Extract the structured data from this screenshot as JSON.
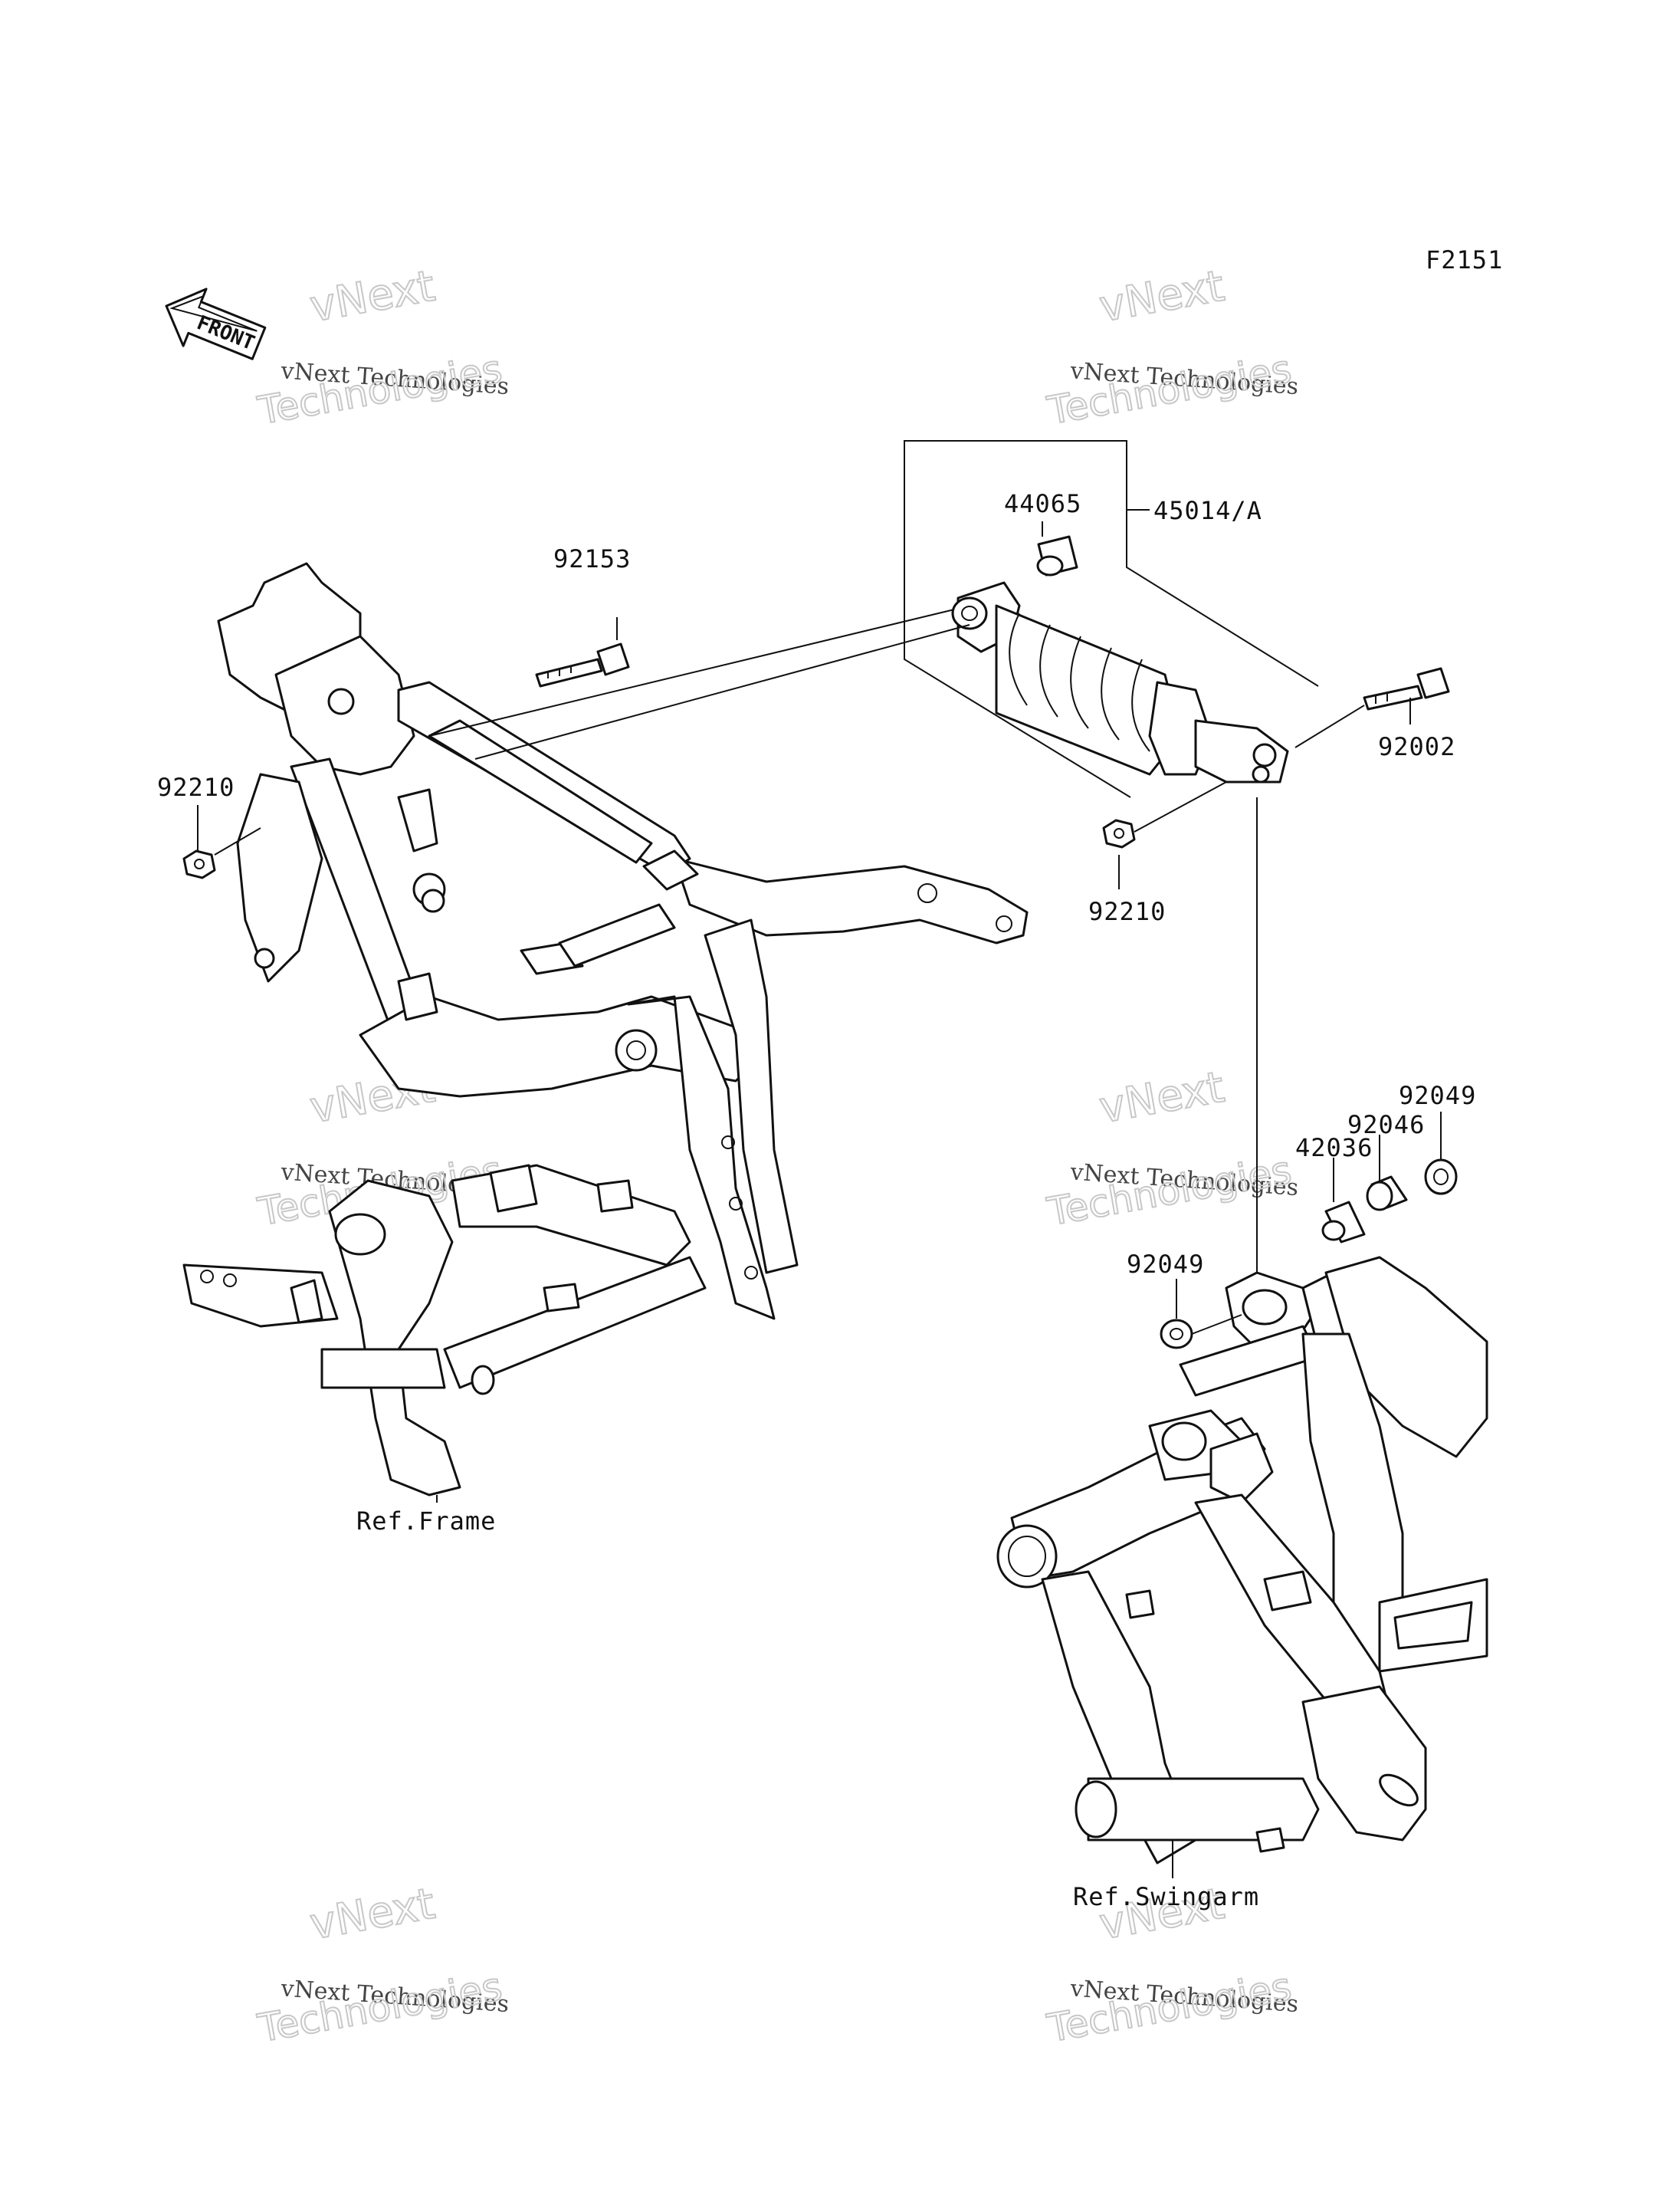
{
  "figure_id": "F2151",
  "front_label": "FRONT",
  "watermarks": [
    {
      "line1": "vNext",
      "line2": "vNext Technologies",
      "line3": "Technologies"
    },
    {
      "line1": "vNext",
      "line2": "vNext Technologies",
      "line3": "Technologies"
    },
    {
      "line1": "vNext",
      "line2": "vNext Technologies",
      "line3": "Technologies"
    },
    {
      "line1": "vNext",
      "line2": "vNext Technologies",
      "line3": "Technologies"
    },
    {
      "line1": "vNext",
      "line2": "vNext Technologies",
      "line3": "Technologies"
    },
    {
      "line1": "vNext",
      "line2": "vNext Technologies",
      "line3": "Technologies"
    }
  ],
  "part_labels": {
    "shock_bushing": "44065",
    "shock_assembly": "45014/A",
    "upper_bolt": "92153",
    "lower_bolt": "92002",
    "nut_left": "92210",
    "nut_right": "92210",
    "washer_top": "92049",
    "bearing": "92046",
    "sleeve": "42036",
    "washer_left": "92049"
  },
  "references": {
    "frame": "Ref.Frame",
    "swingarm": "Ref.Swingarm"
  }
}
